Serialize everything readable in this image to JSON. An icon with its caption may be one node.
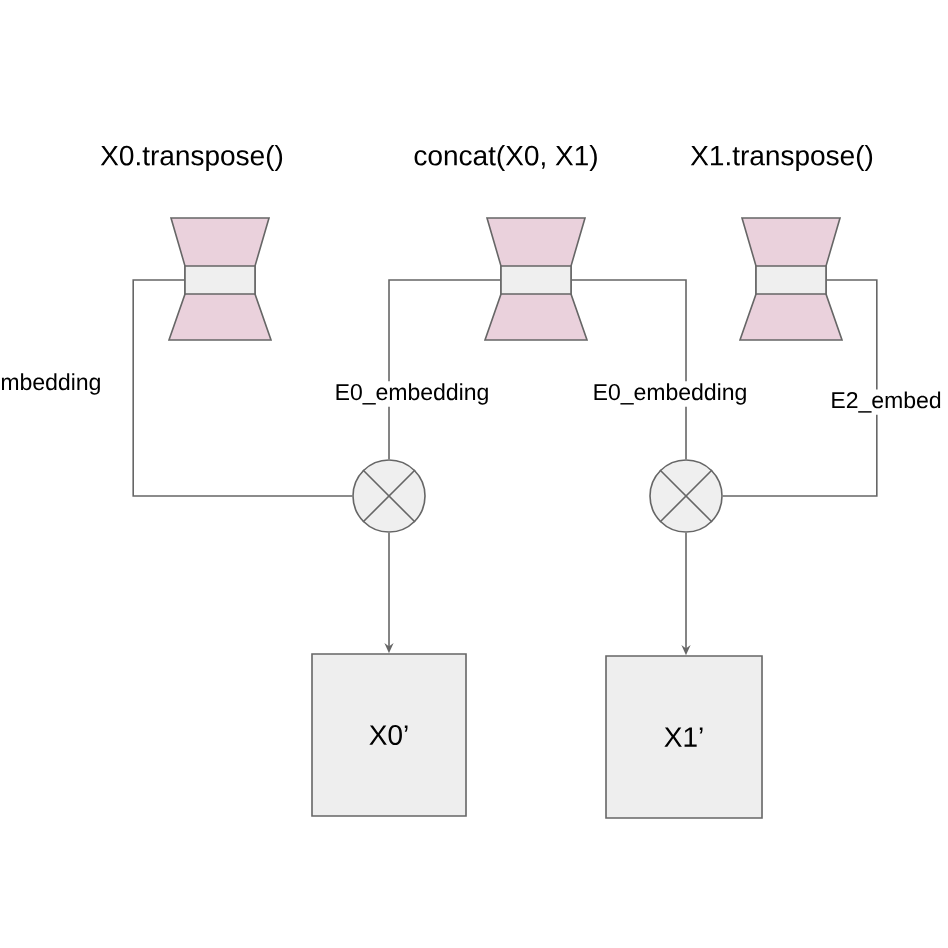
{
  "diagram": {
    "nodes": [
      {
        "text": [
          "X0.transpose()"
        ]
      },
      {
        "text": [
          "concat(X0, X1)"
        ]
      },
      {
        "text": [
          "X1.transpose()"
        ]
      },
      {
        "text": [],
        "shape": "circle"
      },
      {
        "text": [],
        "shape": "circle"
      },
      {
        "text": [
          "X0’"
        ]
      },
      {
        "text": [
          "X1’"
        ]
      }
    ],
    "edges": [
      {
        "from": 0,
        "to": 3,
        "arrow": "none",
        "label": "mbedding"
      },
      {
        "from": 1,
        "to": 3,
        "arrow": "none",
        "label": "E0_embedding"
      },
      {
        "from": 1,
        "to": 4,
        "arrow": "none",
        "label": "E0_embedding"
      },
      {
        "from": 2,
        "to": 4,
        "arrow": "none",
        "label": "E2_embed"
      },
      {
        "from": 3,
        "to": 5,
        "arrow": "to"
      },
      {
        "from": 4,
        "to": 6,
        "arrow": "to"
      }
    ]
  }
}
